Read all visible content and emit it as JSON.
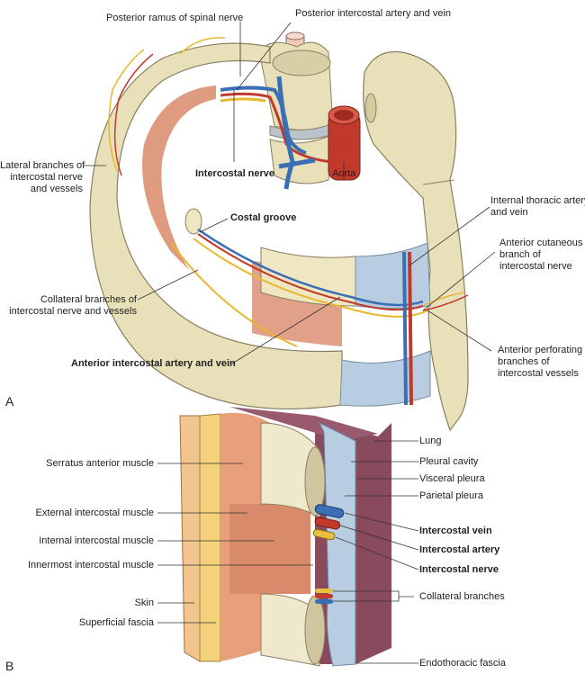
{
  "figure": {
    "panel_a": {
      "letter": "A",
      "labels": {
        "posterior_ramus": "Posterior ramus of spinal nerve",
        "posterior_intercostal": "Posterior intercostal artery and vein",
        "lateral_branches_1": "Lateral branches of",
        "lateral_branches_2": "intercostal nerve",
        "lateral_branches_3": "and vessels",
        "intercostal_nerve": "Intercostal nerve",
        "aorta": "Aorta",
        "costal_groove": "Costal groove",
        "internal_thoracic_1": "Internal thoracic artery",
        "internal_thoracic_2": "and vein",
        "anterior_cutaneous_1": "Anterior cutaneous",
        "anterior_cutaneous_2": "branch of",
        "anterior_cutaneous_3": "intercostal nerve",
        "collateral_1": "Collateral branches of",
        "collateral_2": "intercostal nerve and vessels",
        "anterior_intercostal": "Anterior intercostal artery and vein",
        "anterior_perforating_1": "Anterior perforating",
        "anterior_perforating_2": "branches of",
        "anterior_perforating_3": "intercostal vessels"
      }
    },
    "panel_b": {
      "letter": "B",
      "labels": {
        "serratus": "Serratus anterior muscle",
        "external": "External intercostal muscle",
        "internal": "Internal intercostal muscle",
        "innermost": "Innermost intercostal muscle",
        "skin": "Skin",
        "superficial_fascia": "Superficial fascia",
        "lung": "Lung",
        "pleural_cavity": "Pleural cavity",
        "visceral_pleura": "Visceral pleura",
        "parietal_pleura": "Parietal pleura",
        "intercostal_vein": "Intercostal vein",
        "intercostal_artery": "Intercostal artery",
        "intercostal_nerve": "Intercostal nerve",
        "collateral_branches": "Collateral branches",
        "endothoracic_fascia": "Endothoracic fascia"
      }
    },
    "colors": {
      "bone": "#e8e0b8",
      "bone_edge": "#8a8060",
      "muscle": "#d98a6a",
      "artery": "#c0392b",
      "vein": "#3a6fb5",
      "nerve": "#e8b830",
      "cartilage": "#b9cde0",
      "lung": "#8a4a5e",
      "skin": "#f2c48e",
      "fascia": "#f4d27a"
    }
  }
}
